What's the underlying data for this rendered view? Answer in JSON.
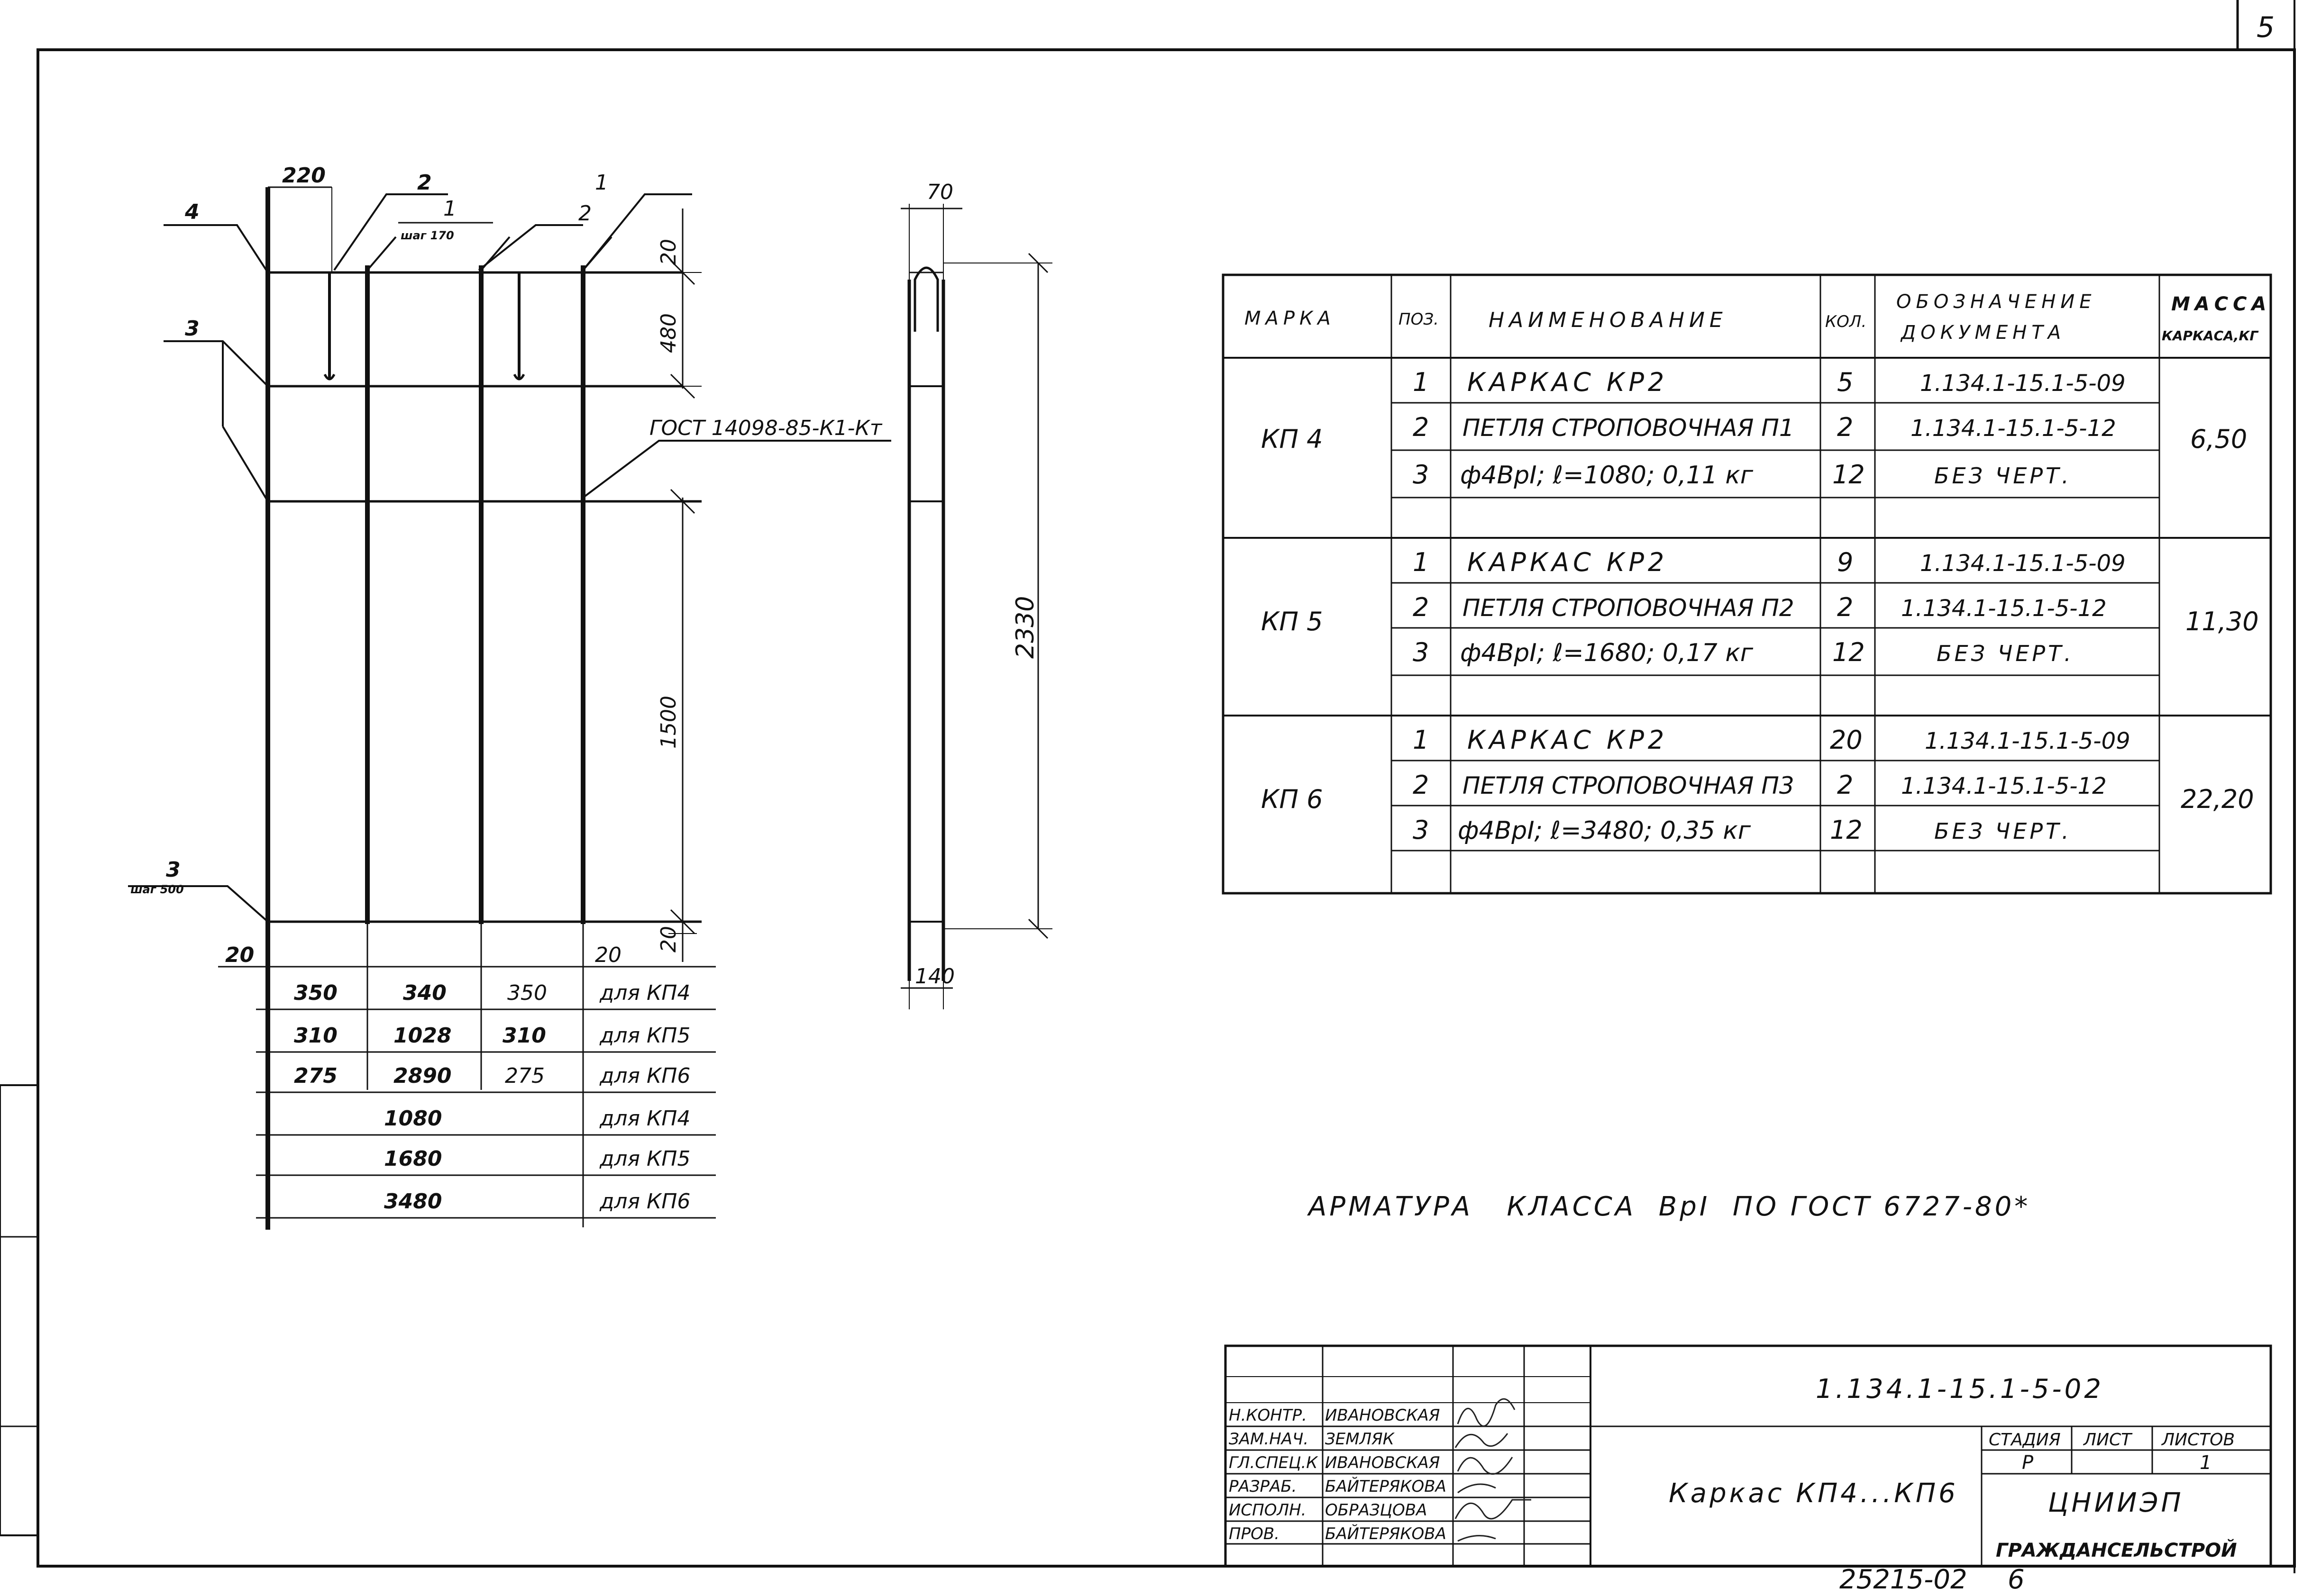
{
  "page_number": "5",
  "drawing": {
    "gost_callout": "ГОСТ 14098-85-К1-Кт",
    "callouts": {
      "left_4": "4",
      "left_3": "3",
      "top_2": "2",
      "top_1_small": "1",
      "top_1_step": "шаг 170",
      "top_1": "1",
      "top_2_small": "2",
      "bottom_3": "3",
      "bottom_3_step": "шаг 500"
    },
    "dims_front": {
      "d220": "220",
      "d20_top": "20",
      "d480": "480",
      "d1500": "1500",
      "d20_bottom": "20",
      "d20_left": "20",
      "d20_right": "20"
    },
    "dim_rows": [
      {
        "values": [
          "350",
          "340",
          "350"
        ],
        "label": "для КП4"
      },
      {
        "values": [
          "310",
          "1028",
          "310"
        ],
        "label": "для КП5"
      },
      {
        "values": [
          "275",
          "2890",
          "275"
        ],
        "label": "для КП6"
      },
      {
        "values": [
          "1080"
        ],
        "label": "для КП4"
      },
      {
        "values": [
          "1680"
        ],
        "label": "для КП5"
      },
      {
        "values": [
          "3480"
        ],
        "label": "для КП6"
      }
    ],
    "dims_side": {
      "d70": "70",
      "d2330": "2330",
      "d140": "140"
    }
  },
  "spec_table": {
    "headers": {
      "mark": "МАРКА",
      "pos": "ПОЗ.",
      "name": "НАИМЕНОВАНИЕ",
      "qty": "КОЛ.",
      "doc_line1": "ОБОЗНАЧЕНИЕ",
      "doc_line2": "ДОКУМЕНТА",
      "mass_line1": "МАССА",
      "mass_line2": "КАРКАСА,КГ"
    },
    "groups": [
      {
        "mark": "КП 4",
        "mass": "6,50",
        "rows": [
          {
            "pos": "1",
            "name": "КАРКАС  КР2",
            "qty": "5",
            "doc": "1.134.1-15.1-5-09"
          },
          {
            "pos": "2",
            "name": "ПЕТЛЯ СТРОПОВОЧНАЯ П1",
            "qty": "2",
            "doc": "1.134.1-15.1-5-12"
          },
          {
            "pos": "3",
            "name": "ф4ВрI; ℓ=1080; 0,11 кг",
            "qty": "12",
            "doc": "БЕЗ ЧЕРТ."
          }
        ]
      },
      {
        "mark": "КП 5",
        "mass": "11,30",
        "rows": [
          {
            "pos": "1",
            "name": "КАРКАС  КР2",
            "qty": "9",
            "doc": "1.134.1-15.1-5-09"
          },
          {
            "pos": "2",
            "name": "ПЕТЛЯ СТРОПОВОЧНАЯ П2",
            "qty": "2",
            "doc": "1.134.1-15.1-5-12"
          },
          {
            "pos": "3",
            "name": "ф4ВрI; ℓ=1680; 0,17 кг",
            "qty": "12",
            "doc": "БЕЗ ЧЕРТ."
          }
        ]
      },
      {
        "mark": "КП 6",
        "mass": "22,20",
        "rows": [
          {
            "pos": "1",
            "name": "КАРКАС  КР2",
            "qty": "20",
            "doc": "1.134.1-15.1-5-09"
          },
          {
            "pos": "2",
            "name": "ПЕТЛЯ СТРОПОВОЧНАЯ П3",
            "qty": "2",
            "doc": "1.134.1-15.1-5-12"
          },
          {
            "pos": "3",
            "name": "ф4ВрI; ℓ=3480; 0,35 кг",
            "qty": "12",
            "doc": "БЕЗ ЧЕРТ."
          }
        ]
      }
    ]
  },
  "note": "АРМАТУРА   КЛАССА  ВрI  ПО ГОСТ 6727-80*",
  "title_block": {
    "doc_code": "1.134.1-15.1-5-02",
    "title": "Каркас КП4...КП6",
    "stage_label": "СТАДИЯ",
    "sheet_label": "ЛИСТ",
    "sheets_label": "ЛИСТОВ",
    "stage": "Р",
    "sheets": "1",
    "org": "ЦНИИЭП",
    "org_sub": "ГРАЖДАНСЕЛЬСТРОЙ",
    "staff": [
      {
        "role": "Н.КОНТР.",
        "name": "ИВАНОВСКАЯ"
      },
      {
        "role": "ЗАМ.НАЧ.",
        "name": "ЗЕМЛЯК"
      },
      {
        "role": "ГЛ.СПЕЦ.К",
        "name": "ИВАНОВСКАЯ"
      },
      {
        "role": "РАЗРАБ.",
        "name": "БАЙТЕРЯКОВА"
      },
      {
        "role": "ИСПОЛН.",
        "name": "ОБРАЗЦОВА"
      },
      {
        "role": "ПРОВ.",
        "name": "БАЙТЕРЯКОВА"
      }
    ]
  },
  "footer_code": "25215-02",
  "footer_num": "6"
}
